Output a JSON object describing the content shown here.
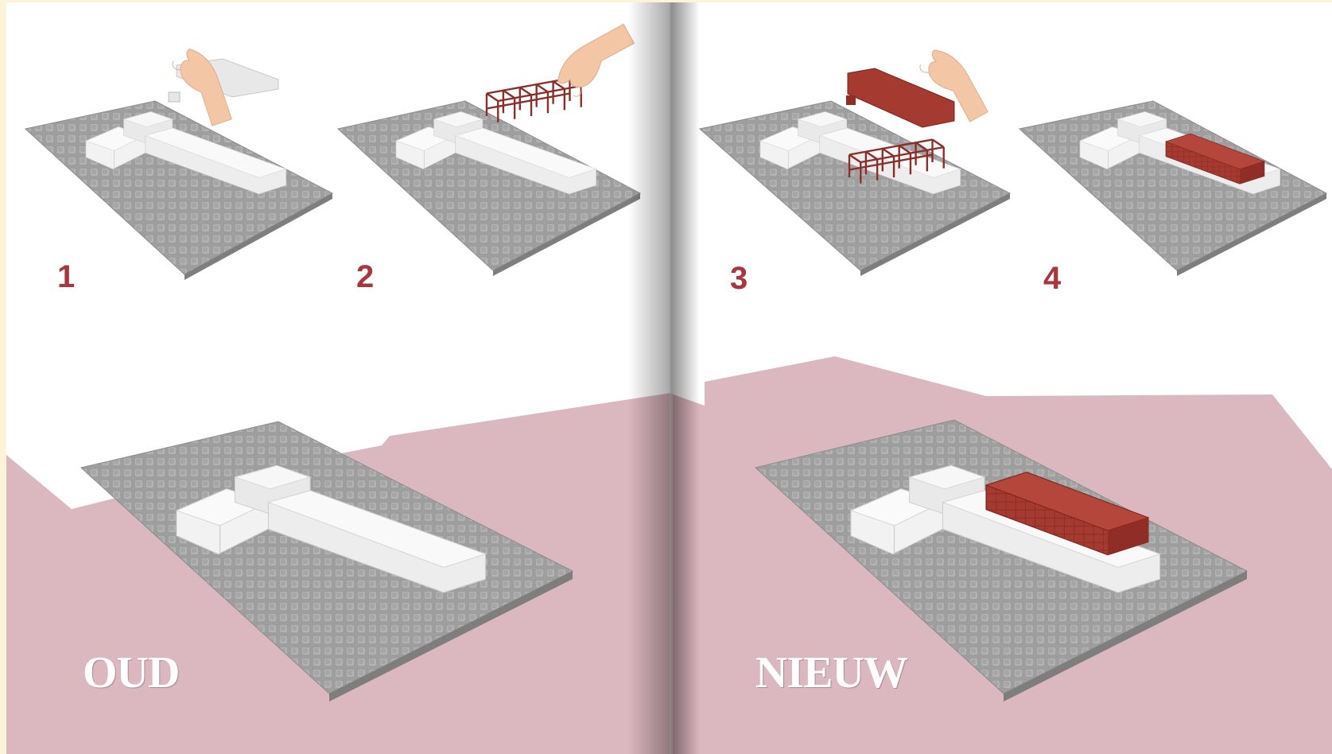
{
  "colors": {
    "page_background": "#fdf3d8",
    "paper": "#ffffff",
    "pink_area": "#dbb7bf",
    "base_plate": "#9c9c9c",
    "building": "#ececec",
    "new_building": "#a8362f",
    "number_color": "#a8363d",
    "label_color": "#ffffff"
  },
  "steps": [
    {
      "number": "1",
      "caption": ""
    },
    {
      "number": "2",
      "caption": ""
    },
    {
      "number": "3",
      "caption": ""
    },
    {
      "number": "4",
      "caption": ""
    }
  ],
  "labels": {
    "old": "OUD",
    "new": "NIEUW"
  },
  "icons": {
    "hand": "hand-icon",
    "frame": "steel-frame-icon",
    "block": "building-block-icon"
  }
}
